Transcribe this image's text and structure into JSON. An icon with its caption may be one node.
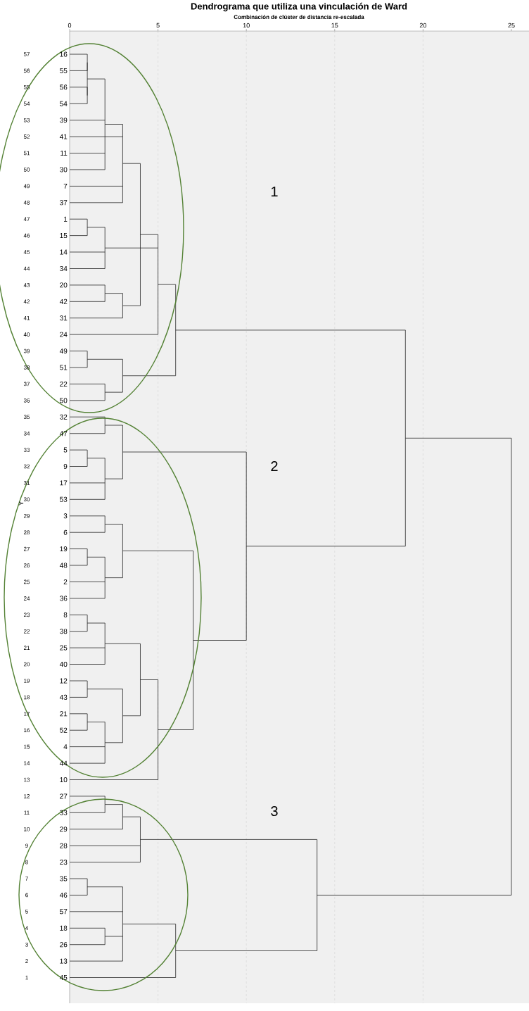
{
  "diagram": {
    "title": "Dendrograma que utiliza una vinculación de Ward",
    "labels": [
      "Combinación de clúster de distancia re-escalada",
      "0",
      "5",
      "10",
      "15",
      "20",
      "25",
      "Y",
      "57",
      "16",
      "56",
      "55",
      "55",
      "56",
      "54",
      "54",
      "53",
      "39",
      "52",
      "41",
      "51",
      "11",
      "50",
      "30",
      "49",
      "7",
      "48",
      "37",
      "47",
      "1",
      "46",
      "15",
      "45",
      "14",
      "44",
      "34",
      "43",
      "20",
      "42",
      "42",
      "41",
      "31",
      "40",
      "24",
      "39",
      "49",
      "38",
      "51",
      "37",
      "22",
      "36",
      "50",
      "35",
      "32",
      "34",
      "47",
      "33",
      "5",
      "32",
      "9",
      "31",
      "17",
      "30",
      "53",
      "29",
      "3",
      "28",
      "6",
      "27",
      "19",
      "26",
      "48",
      "25",
      "2",
      "24",
      "36",
      "23",
      "8",
      "22",
      "38",
      "21",
      "25",
      "20",
      "40",
      "19",
      "12",
      "18",
      "43",
      "17",
      "21",
      "16",
      "52",
      "15",
      "4",
      "14",
      "44",
      "13",
      "10",
      "12",
      "27",
      "11",
      "33",
      "10",
      "29",
      "9",
      "28",
      "8",
      "23",
      "7",
      "35",
      "6",
      "46",
      "5",
      "57",
      "4",
      "18",
      "3",
      "26",
      "2",
      "13",
      "1",
      "45",
      "1",
      "2",
      "3"
    ]
  }
}
